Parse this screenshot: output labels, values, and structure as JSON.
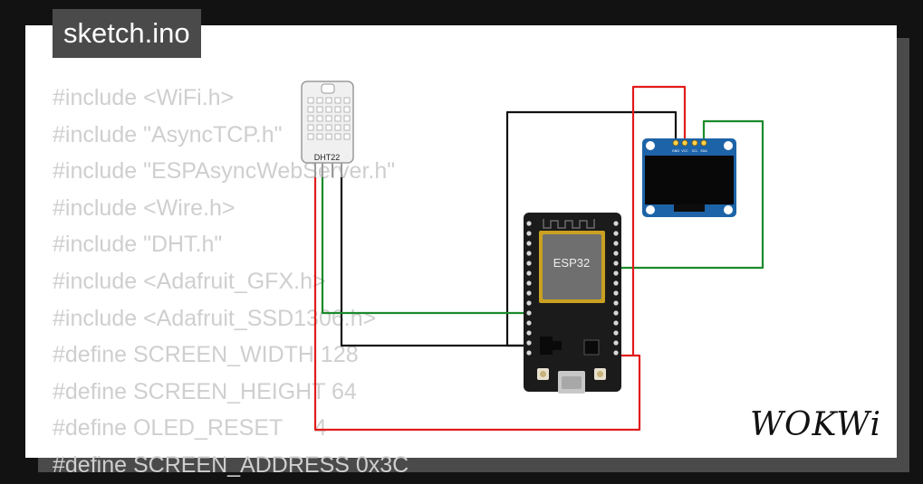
{
  "window": {
    "title": "sketch.ino"
  },
  "code_lines": [
    "#include <WiFi.h>",
    "#include \"AsyncTCP.h\"",
    "#include \"ESPAsyncWebServer.h\"",
    "#include <Wire.h>",
    "#include \"DHT.h\"",
    "#include <Adafruit_GFX.h>",
    "#include <Adafruit_SSD1306.h>",
    "#define SCREEN_WIDTH 128",
    "#define SCREEN_HEIGHT 64",
    "#define OLED_RESET     4",
    "#define SCREEN_ADDRESS 0x3C"
  ],
  "components": {
    "sensor": {
      "label": "DHT22"
    },
    "mcu": {
      "label": "ESP32"
    },
    "oled": {
      "pins": [
        "GND",
        "VCC",
        "SCL",
        "SDA"
      ]
    }
  },
  "wire_colors": {
    "power": "#e21b1b",
    "ground": "#111111",
    "signal": "#1a8a2a"
  },
  "branding": {
    "logo": "WOKWi"
  }
}
